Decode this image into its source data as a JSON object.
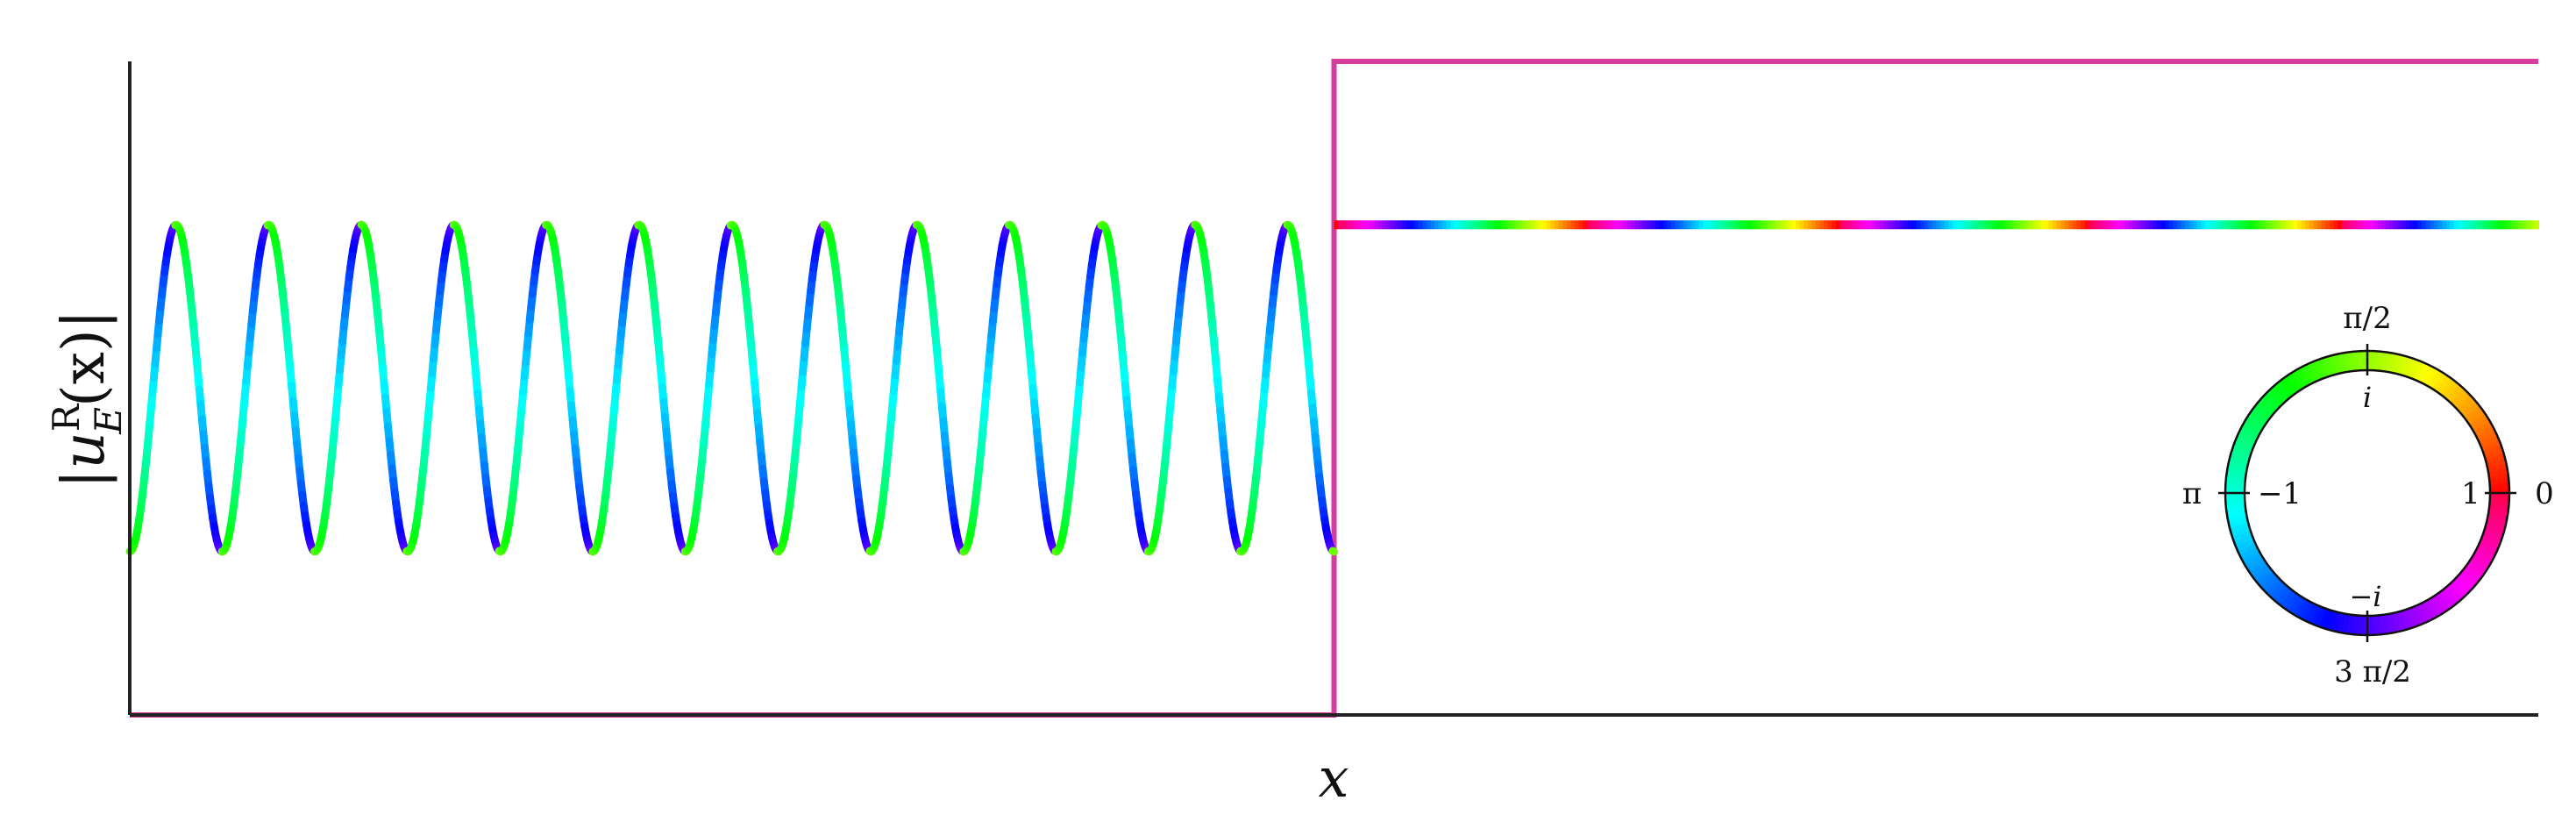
{
  "chart_data": {
    "type": "line",
    "title": "",
    "xlabel": "x",
    "ylabel": "|u_E^R(x)|",
    "ylabel_parts": {
      "open": "|",
      "u": "u",
      "sup": "R",
      "sub": "E",
      "arg": "(x)",
      "close": "|"
    },
    "x_range": [
      0,
      1
    ],
    "y_range": [
      0,
      1
    ],
    "grid": false,
    "ticks": {
      "x": [],
      "y": []
    },
    "potential_step": {
      "name": "",
      "color": "#d63b9e",
      "x_step": 0.5,
      "low": 0.0,
      "high": 1.0
    },
    "wave": {
      "color_encoding": "phase",
      "left_region": {
        "x_start": 0.0,
        "x_end": 0.5,
        "peaks": 13,
        "y_min": 0.25,
        "y_max": 0.75,
        "y_at_start": 0.25
      },
      "right_region": {
        "x_start": 0.5,
        "x_end": 1.0,
        "y": 0.75,
        "phase_turns": 4.8
      }
    },
    "phase_legend": {
      "angle_labels": {
        "top": "π/2",
        "left": "π",
        "right": "0",
        "bottom": "3 π/2"
      },
      "value_labels": {
        "top": "i",
        "left": "−1",
        "right": "1",
        "bottom": "−i"
      },
      "hue_map": "phase angle 0 → red, π/2 → green, π → cyan, 3π/2 → blue/violet"
    }
  },
  "colors": {
    "axis": "#222222",
    "step": "#d63b9e",
    "background": "#ffffff"
  }
}
